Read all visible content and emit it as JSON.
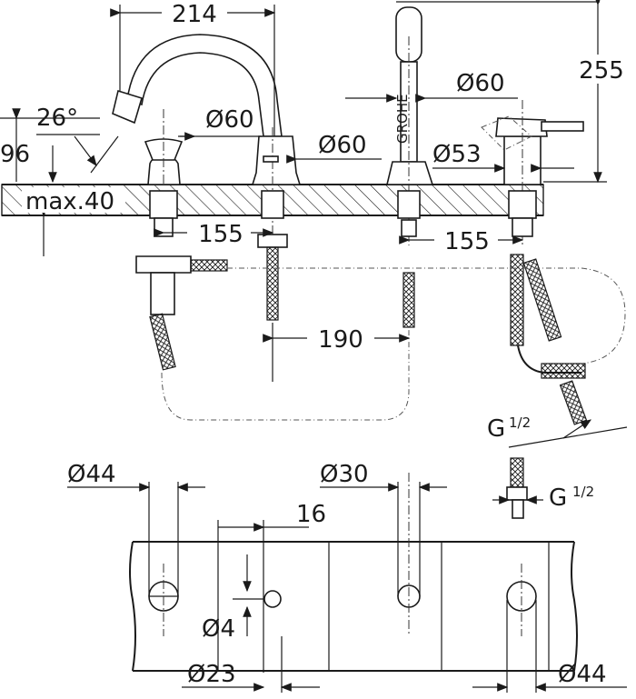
{
  "dimensions": {
    "spout_reach": "214",
    "height_total": "255",
    "angle": "26°",
    "height_spout": "96",
    "max_thickness": "max.40",
    "dia_spout_base": "Ø60",
    "dia_handle_base": "Ø60",
    "dia_shower_base": "Ø60",
    "dia_mixer_base": "Ø53",
    "spacing_left": "155",
    "spacing_right": "155",
    "spacing_middle": "190",
    "thread_top": "G",
    "thread_top_frac": "1/2",
    "thread_side": "G",
    "thread_side_frac": "1/2",
    "hole_dia_left": "Ø44",
    "hole_dia_mid": "Ø30",
    "hole_dia_right": "Ø44",
    "gap": "16",
    "pin_dia": "Ø4",
    "recess_dia": "Ø23"
  },
  "colors": {
    "ink": "#1a1a1a",
    "background": "#ffffff"
  }
}
